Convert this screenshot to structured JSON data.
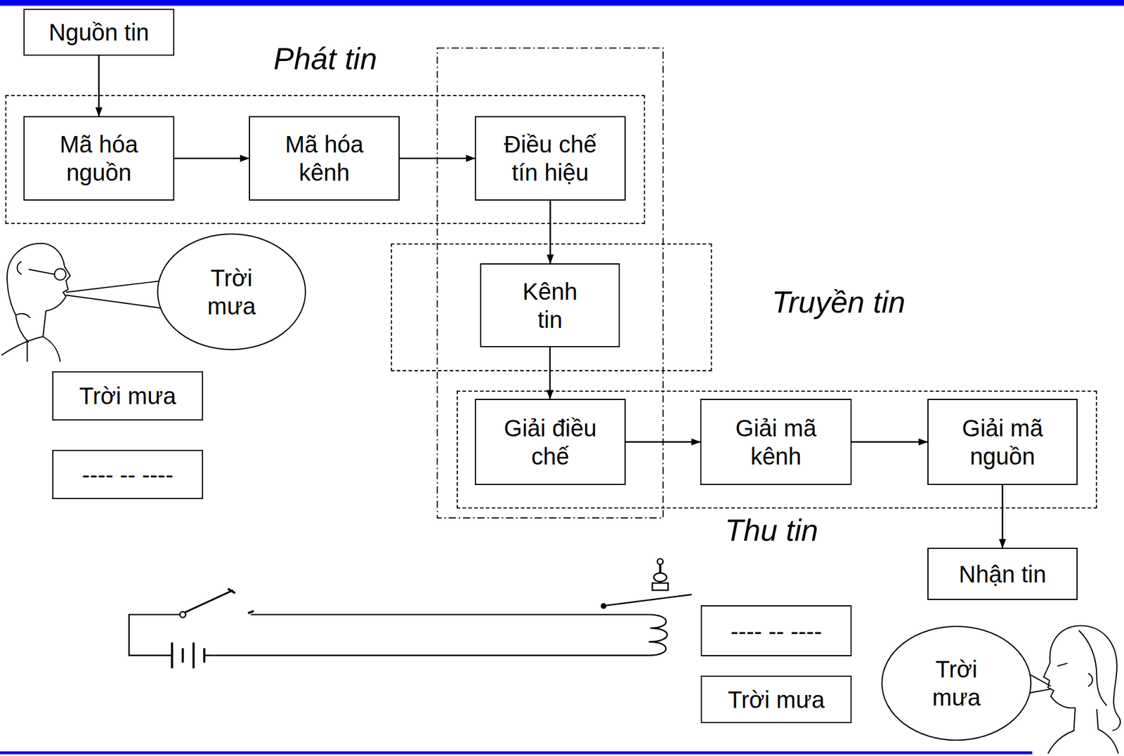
{
  "diagram": {
    "nodes": [
      {
        "text": [
          "Nguồn tin"
        ]
      },
      {
        "text": [
          "Phát tin"
        ]
      },
      {
        "text": [
          "Mã hóa nguồn"
        ],
        "in": 1
      },
      {
        "text": [
          "Mã hóa kênh"
        ],
        "in": 1
      },
      {
        "text": [
          "Điều chế tín hiệu"
        ],
        "in": 1
      },
      {
        "text": [
          "Trời mưa"
        ]
      },
      {
        "text": [
          "Truyền tin"
        ]
      },
      {
        "text": [
          "Kênh tin"
        ],
        "in": 6
      },
      {
        "text": [
          "Trời mưa"
        ]
      },
      {
        "text": [
          "---- -- ----"
        ]
      },
      {
        "text": [
          "Thu tin"
        ]
      },
      {
        "text": [
          "Giải điều chế"
        ],
        "in": 10
      },
      {
        "text": [
          "Giải mã kênh"
        ],
        "in": 10
      },
      {
        "text": [
          "Giải mã nguồn"
        ],
        "in": 10
      },
      {
        "text": [
          "Nhận tin"
        ]
      },
      {
        "text": [
          "---- -- ----"
        ]
      },
      {
        "text": [
          "Trời mưa"
        ]
      },
      {
        "text": [
          "Trời mưa"
        ]
      }
    ],
    "edges": [
      {
        "from": 0,
        "to": 2,
        "arrow": "to"
      },
      {
        "from": 2,
        "to": 3,
        "arrow": "to"
      },
      {
        "from": 3,
        "to": 4,
        "arrow": "to"
      },
      {
        "from": 4,
        "to": 7,
        "arrow": "to"
      },
      {
        "from": 7,
        "to": 11,
        "arrow": "to"
      },
      {
        "from": 11,
        "to": 12,
        "arrow": "to"
      },
      {
        "from": 12,
        "to": 13,
        "arrow": "to"
      },
      {
        "from": 13,
        "to": 14,
        "arrow": "to"
      }
    ]
  }
}
